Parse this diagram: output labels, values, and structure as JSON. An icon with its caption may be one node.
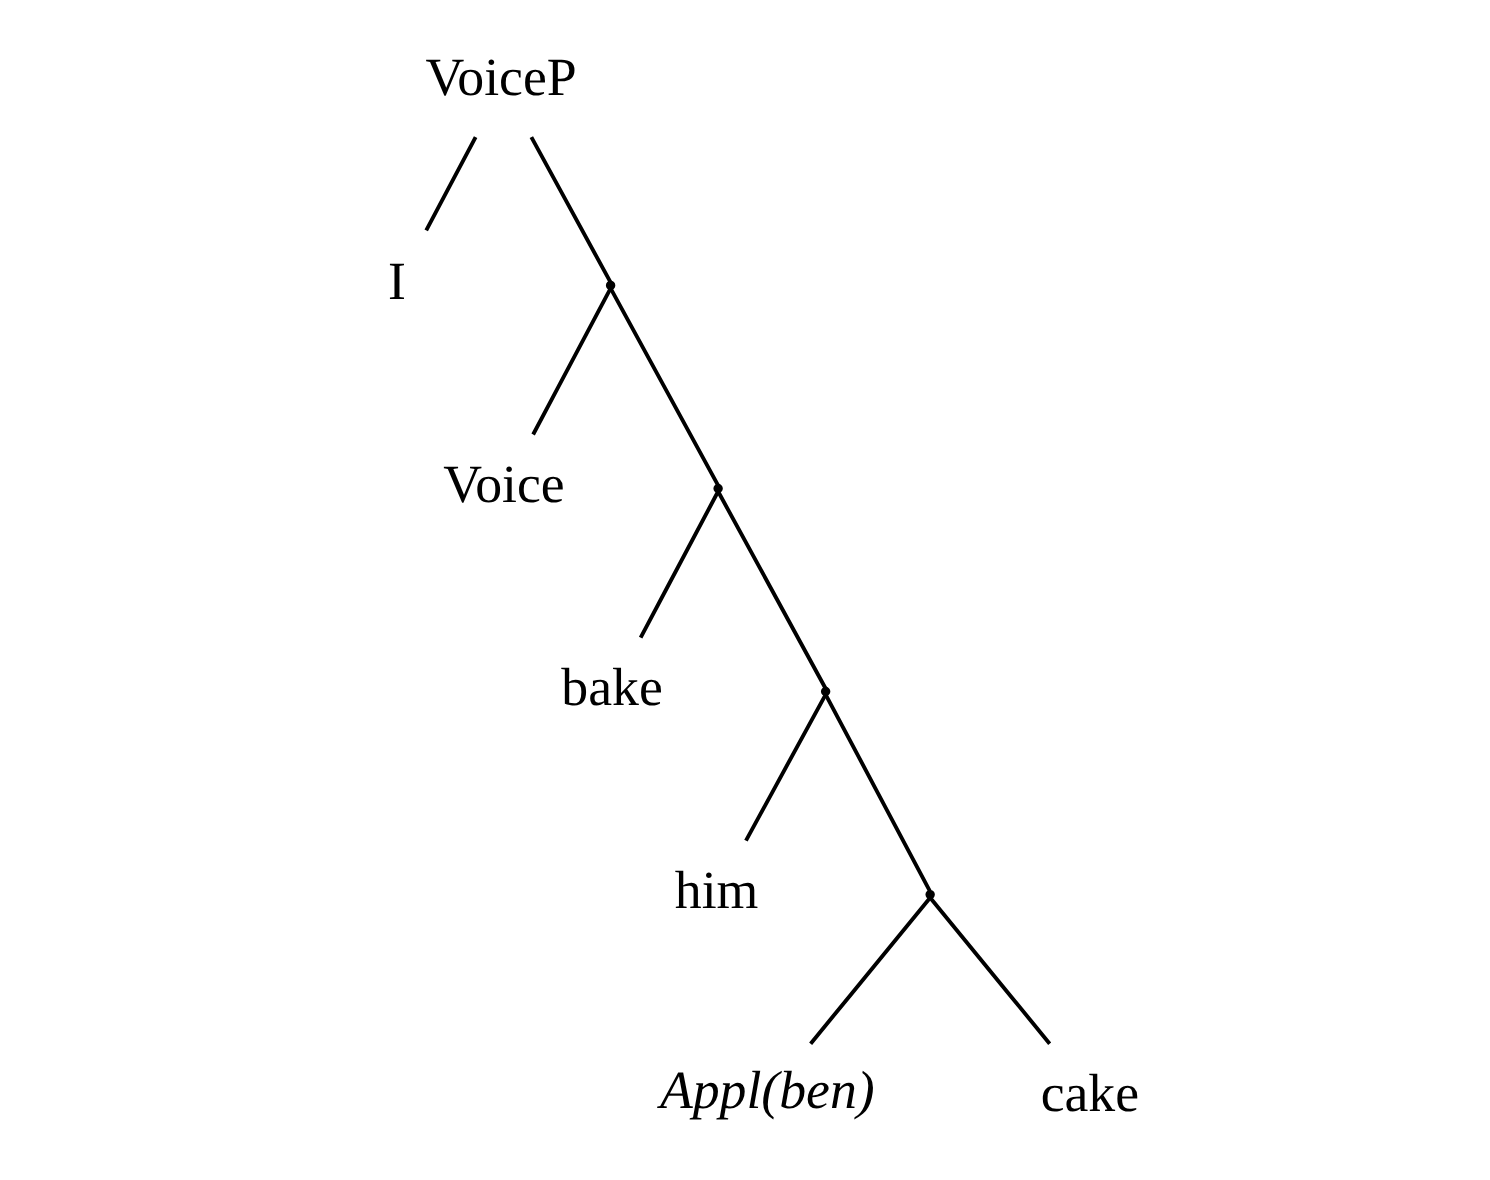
{
  "diagram": {
    "nodes": [
      {
        "text": [
          "VoiceP"
        ]
      },
      {
        "text": [
          "I"
        ]
      },
      {
        "text": [],
        "shape": "point"
      },
      {
        "text": [
          "Voice"
        ]
      },
      {
        "text": [],
        "shape": "point"
      },
      {
        "text": [
          "bake"
        ]
      },
      {
        "text": [],
        "shape": "point"
      },
      {
        "text": [
          "him"
        ]
      },
      {
        "text": [],
        "shape": "point"
      },
      {
        "text": [
          "Appl(ben)"
        ]
      },
      {
        "text": [
          "cake"
        ]
      }
    ],
    "edges": [
      {
        "from": 0,
        "to": 1,
        "arrow": "none"
      },
      {
        "from": 0,
        "to": 2,
        "arrow": "none"
      },
      {
        "from": 2,
        "to": 3,
        "arrow": "none"
      },
      {
        "from": 2,
        "to": 4,
        "arrow": "none"
      },
      {
        "from": 4,
        "to": 5,
        "arrow": "none"
      },
      {
        "from": 4,
        "to": 6,
        "arrow": "none"
      },
      {
        "from": 6,
        "to": 7,
        "arrow": "none"
      },
      {
        "from": 6,
        "to": 8,
        "arrow": "none"
      },
      {
        "from": 8,
        "to": 9,
        "arrow": "none"
      },
      {
        "from": 8,
        "to": 10,
        "arrow": "none"
      }
    ]
  }
}
